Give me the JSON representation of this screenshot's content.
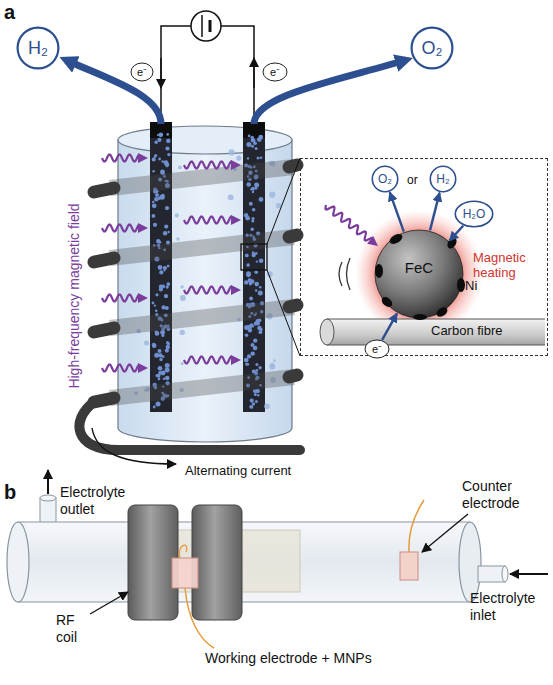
{
  "diagram": {
    "nodes": [
      {
        "text": [
          "H₂"
        ]
      },
      {
        "text": [
          "O₂"
        ]
      },
      {
        "text": [
          "e⁻"
        ]
      },
      {
        "text": [
          "e⁻"
        ]
      },
      {
        "text": [
          "Magnetic heating"
        ]
      },
      {
        "text": [
          "O₂"
        ],
        "in": 4
      },
      {
        "text": [
          "H₂"
        ],
        "in": 4
      },
      {
        "text": [
          "H₂O"
        ],
        "in": 4
      },
      {
        "text": [
          "FeC",
          "Ni"
        ],
        "in": 4
      },
      {
        "text": [
          "Carbon fibre"
        ],
        "in": 4
      },
      {
        "text": [
          "e⁻"
        ],
        "in": 4
      }
    ],
    "edges": [
      {
        "from": 8,
        "to": 5,
        "arrow": "to"
      },
      {
        "from": 8,
        "to": 6,
        "arrow": "to"
      },
      {
        "from": 7,
        "to": 8,
        "arrow": "to"
      },
      {
        "from": 10,
        "to": 8,
        "arrow": "to"
      }
    ],
    "labels": [
      "a",
      "High-frequency magnetic field",
      "Alternating current",
      "or",
      "b",
      "Electrolyte outlet",
      "Counter electrode",
      "Electrolyte inlet",
      "RF coil",
      "Working electrode + MNPs"
    ]
  }
}
